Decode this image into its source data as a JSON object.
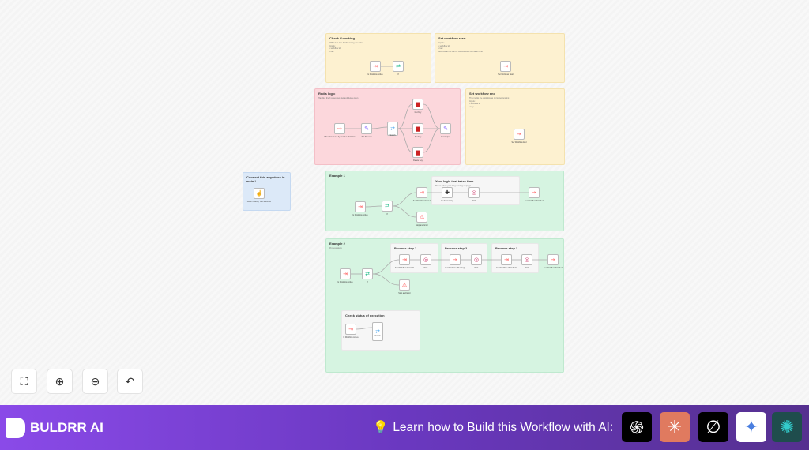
{
  "stickies": {
    "check": {
      "title": "Check if working",
      "sub": "Will return true if still running else false\nInputs:\n• workflow id\n• key"
    },
    "start": {
      "title": "Set workflow start",
      "sub": "Inputs:\n• workflow id\n• key\nAdd this at the start of the workflow that takes time"
    },
    "redis": {
      "title": "Redis logic",
      "sub": "Handles the 3 cases: set, get and delete keys"
    },
    "end": {
      "title": "Set workflow end",
      "sub": "This marks the workflow as no longer running\nInputs:\n• workflow id\n• key"
    },
    "connect": {
      "title": "Connect this anywhere in main !"
    },
    "ex1": {
      "title": "Example 1"
    },
    "logic": {
      "title": "Your logic that takes time",
      "sub": "This is where your long-running steps go"
    },
    "ex2": {
      "title": "Example 2",
      "sub": "Process steps"
    },
    "p1": {
      "title": "Process step 1"
    },
    "p2": {
      "title": "Process step 2"
    },
    "p3": {
      "title": "Process step 3"
    },
    "status": {
      "title": "Check status of execution"
    }
  },
  "nodes": [
    "Is Workflow Active",
    "If",
    "Set Workflow Start",
    "When Executed by another Workflow",
    "Set Timeout",
    "Switch",
    "Get Key",
    "Set Key",
    "Delete Key",
    "Set Output",
    "Set Workflow End",
    "When clicking 'Test workflow'",
    "Is Workflow Active",
    "If",
    "Set Workflow Started",
    "Do Something",
    "Wait",
    "Set Workflow Finished",
    "Stop and Error",
    "Is Workflow Active",
    "If",
    "Set Workflow \"Started\"",
    "Wait",
    "Set Workflow \"Running\"",
    "Wait",
    "Set Workflow \"Finished\"",
    "Wait",
    "Set Workflow Finished",
    "Stop and Error",
    "Is Workflow Active",
    "Switch"
  ],
  "controls": {
    "fit": "fit-view",
    "zoom_in": "zoom-in",
    "zoom_out": "zoom-out",
    "undo": "undo"
  },
  "footer": {
    "brand": "BULDRR AI",
    "cta": "Learn how to Build this Workflow with AI:",
    "tools": [
      "chatgpt",
      "claude",
      "perplexity-like",
      "gemini",
      "perplexity"
    ]
  },
  "colors": {
    "accent": "#7b3fe4",
    "bulb": "#ffd43b"
  }
}
